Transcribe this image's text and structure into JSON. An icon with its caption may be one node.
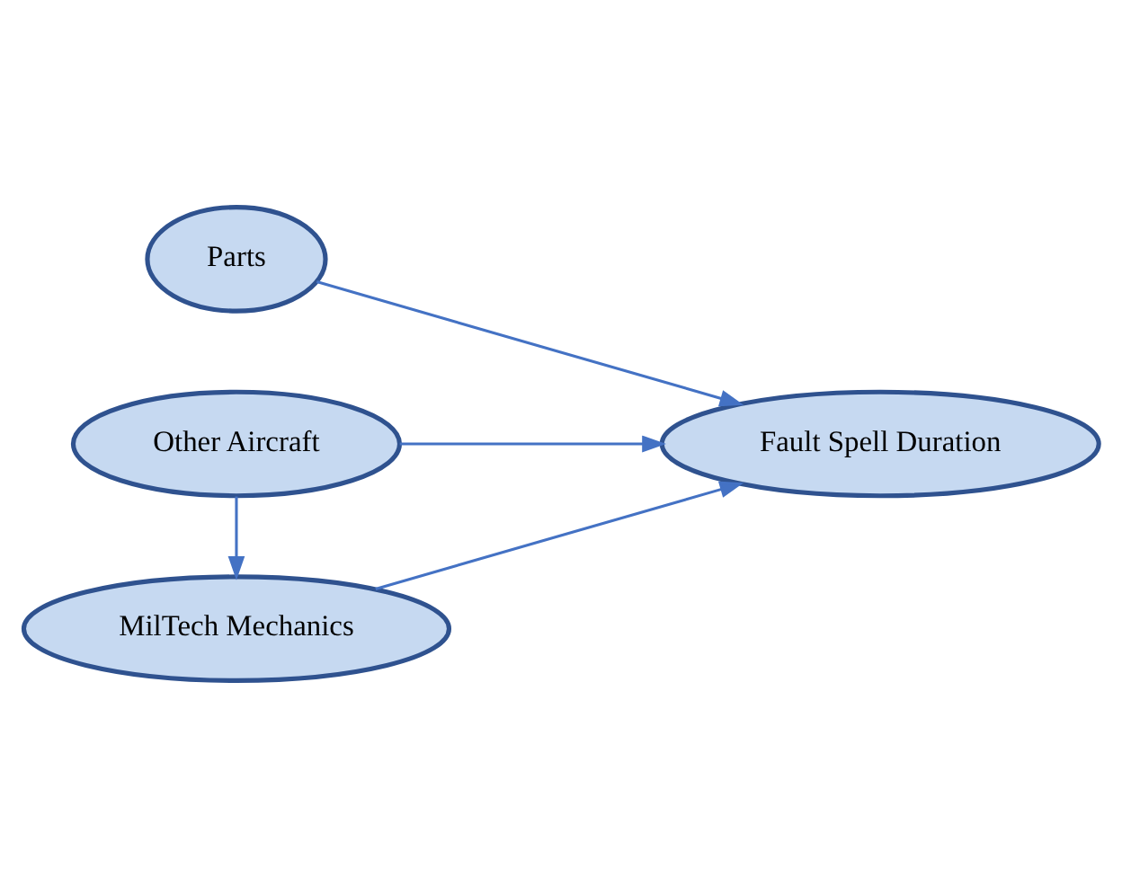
{
  "diagram": {
    "nodes": [
      {
        "text": [
          "Parts"
        ]
      },
      {
        "text": [
          "MilTech Mechanics"
        ]
      },
      {
        "text": [
          "Other Aircraft"
        ]
      },
      {
        "text": [
          "Fault Spell Duration"
        ]
      }
    ],
    "edges": [
      {
        "from": 0,
        "to": 3,
        "arrow": "to"
      },
      {
        "from": 1,
        "to": 3,
        "arrow": "to"
      },
      {
        "from": 2,
        "to": 3,
        "arrow": "to"
      },
      {
        "from": 2,
        "to": 1,
        "arrow": "to"
      }
    ]
  }
}
